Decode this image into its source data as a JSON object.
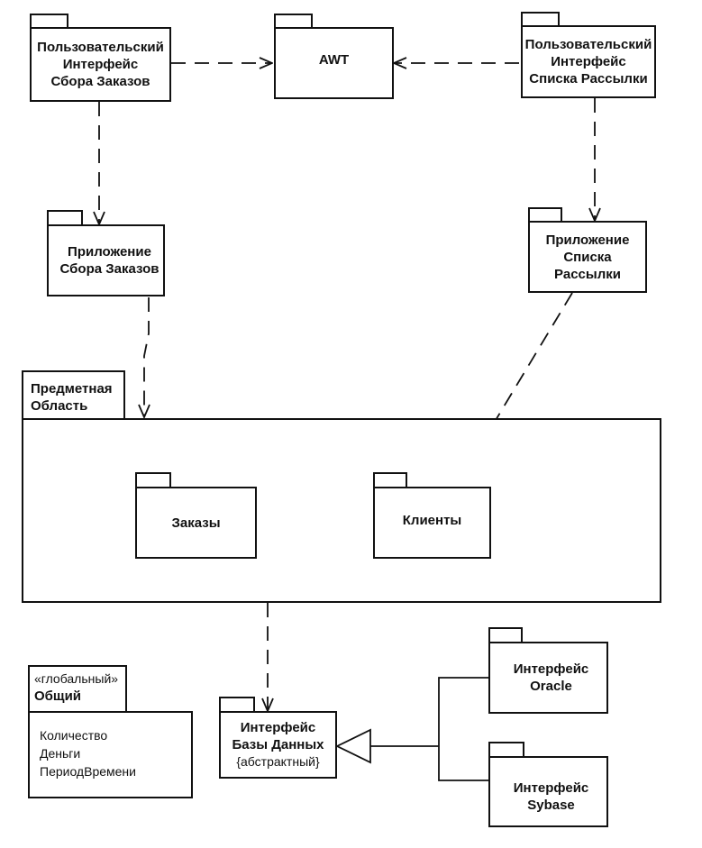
{
  "packages": {
    "ui_orders": {
      "lines": [
        "Пользовательский",
        "Интерфейс",
        "Сбора Заказов"
      ]
    },
    "awt": {
      "label": "AWT"
    },
    "ui_mailing": {
      "lines": [
        "Пользовательский",
        "Интерфейс",
        "Списка Рассылки"
      ]
    },
    "app_orders": {
      "lines": [
        "Приложение",
        "Сбора Заказов"
      ]
    },
    "app_mailing": {
      "lines": [
        "Приложение",
        "Списка",
        "Рассылки"
      ]
    },
    "domain": {
      "lines": [
        "Предметная",
        "Область"
      ]
    },
    "orders": {
      "label": "Заказы"
    },
    "clients": {
      "label": "Клиенты"
    },
    "common": {
      "stereotype": "«глобальный»",
      "title": "Общий",
      "items": [
        "Количество",
        "Деньги",
        "ПериодВремени"
      ]
    },
    "db_interface": {
      "lines": [
        "Интерфейс",
        "Базы Данных"
      ],
      "note": "{абстрактный}"
    },
    "oracle": {
      "lines": [
        "Интерфейс",
        "Oracle"
      ]
    },
    "sybase": {
      "lines": [
        "Интерфейс",
        "Sybase"
      ]
    }
  }
}
